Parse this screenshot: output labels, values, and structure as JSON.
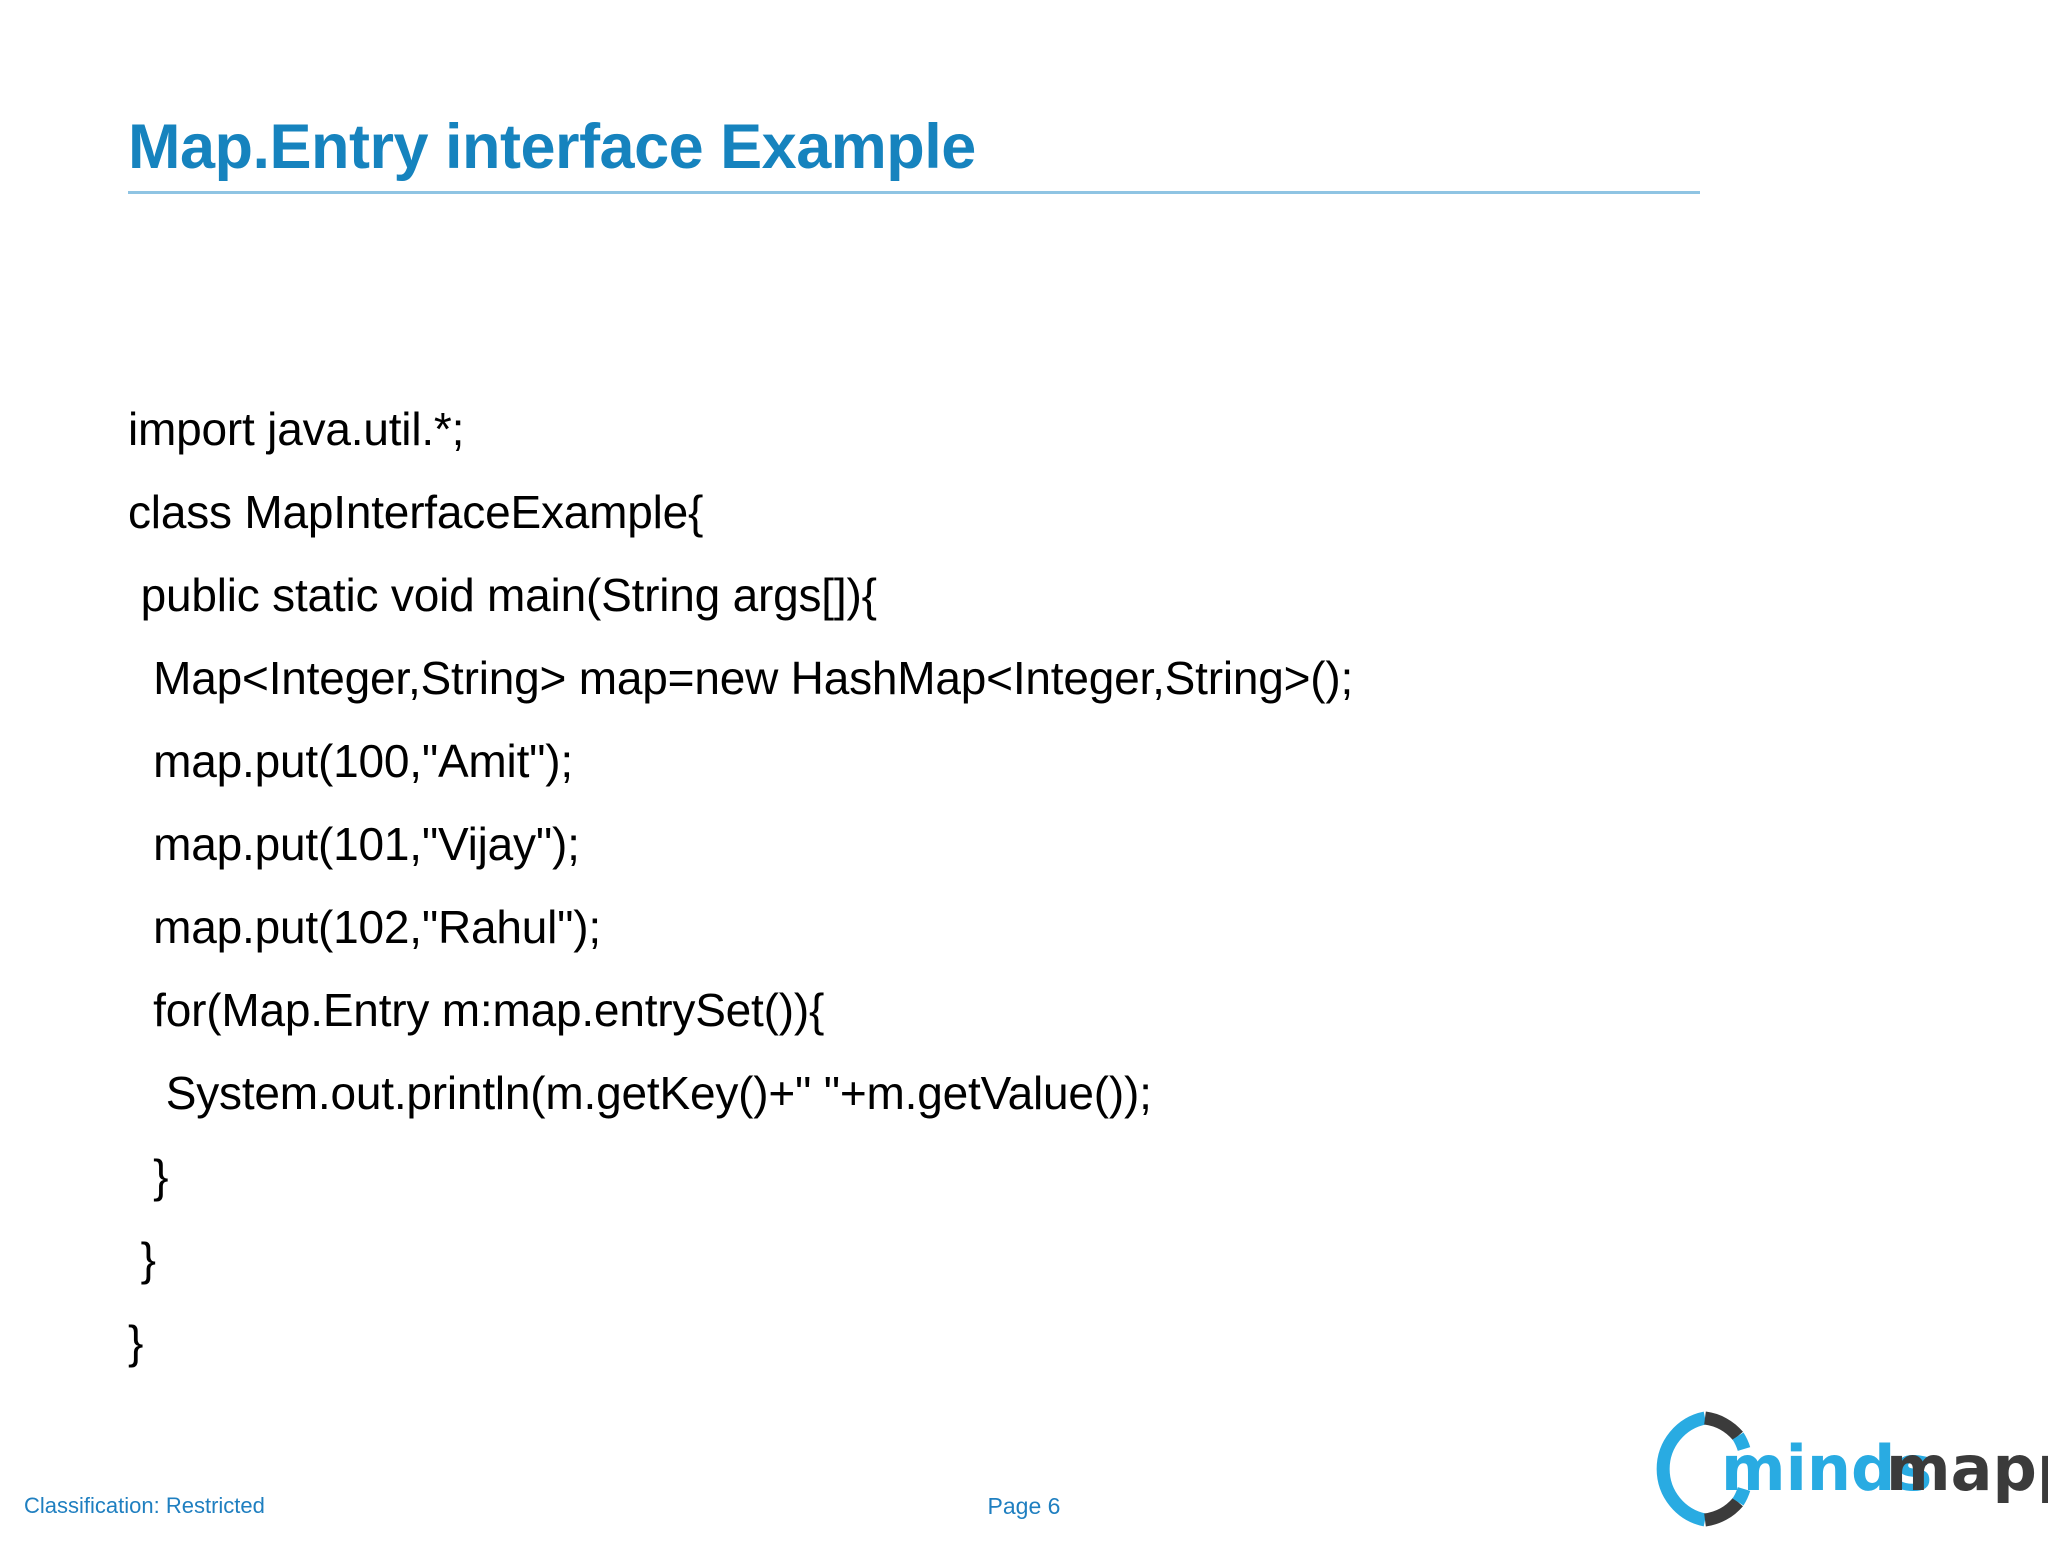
{
  "slide": {
    "title": "Map.Entry interface Example",
    "accent_color": "#1683be",
    "rule_color": "#8fc4e3",
    "background_color": "#ffffff"
  },
  "code": {
    "language": "java",
    "lines": [
      "import java.util.*;",
      "class MapInterfaceExample{",
      " public static void main(String args[]){",
      "  Map<Integer,String> map=new HashMap<Integer,String>();",
      "  map.put(100,\"Amit\");",
      "  map.put(101,\"Vijay\");",
      "  map.put(102,\"Rahul\");",
      "  for(Map.Entry m:map.entrySet()){",
      "   System.out.println(m.getKey()+\" \"+m.getValue());",
      "  }",
      " }",
      "}"
    ]
  },
  "footer": {
    "classification": "Classification:  Restricted",
    "page_label": "Page 6",
    "text_color": "#1f7fc0"
  },
  "logo": {
    "name": "mindsmapped",
    "text_part_one": "minds",
    "text_part_two": "mapped",
    "blue": "#29abe2",
    "dark": "#3b3b3b"
  }
}
